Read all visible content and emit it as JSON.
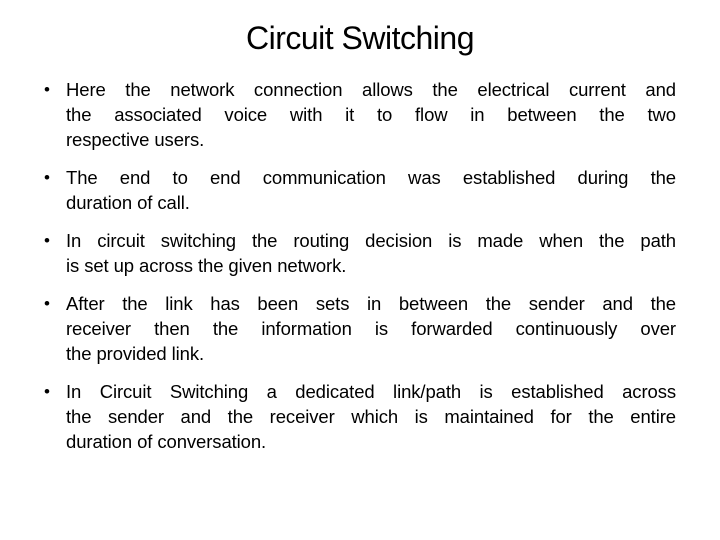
{
  "slide": {
    "title": "Circuit Switching",
    "background_color": "#ffffff",
    "text_color": "#000000",
    "bullet_char": "•",
    "bullets": [
      {
        "lines": [
          "Here the network connection allows the electrical current and",
          "the associated voice with it to flow in between the two",
          "respective users."
        ]
      },
      {
        "lines": [
          "The end to end communication was established during the",
          "duration of call."
        ]
      },
      {
        "lines": [
          "In circuit switching the routing decision is made when the path",
          "is set up across the given network."
        ]
      },
      {
        "lines": [
          "After the link has been sets in between the sender and the",
          "receiver then the information is forwarded continuously over",
          "the provided link."
        ]
      },
      {
        "lines": [
          "In Circuit Switching a dedicated link/path is established across",
          "the sender and the receiver which is maintained for the entire",
          "duration of conversation."
        ]
      }
    ]
  }
}
